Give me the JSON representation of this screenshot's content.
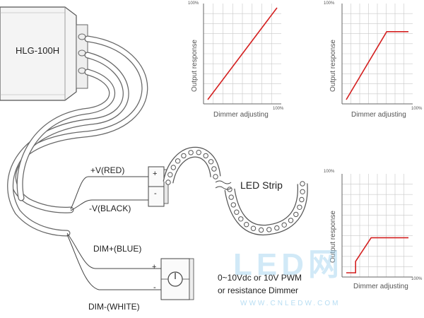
{
  "driver": {
    "model": "HLG-100H"
  },
  "wires": {
    "pos": "+V(RED)",
    "neg": "-V(BLACK)",
    "dim_pos": "DIM+(BLUE)",
    "dim_neg": "DIM-(WHITE)"
  },
  "terminals": {
    "plus": "+",
    "minus": "-"
  },
  "led_strip": {
    "label": "LED Strip"
  },
  "dimmer": {
    "label_line1": "0~10Vdc or 10V PWM",
    "label_line2": "or resistance Dimmer"
  },
  "watermark": {
    "text": "LED网",
    "url": "WWW.CNLEDW.COM"
  },
  "chart_data": [
    {
      "type": "line",
      "xlabel": "Dimmer adjusting",
      "ylabel": "Output response",
      "x_max_label": "100%",
      "y_max_label": "100%",
      "xlim": [
        0,
        100
      ],
      "ylim": [
        0,
        100
      ],
      "grid": true,
      "series": [
        {
          "x": [
            0,
            100
          ],
          "y": [
            0,
            100
          ]
        }
      ],
      "colors": {
        "line": "#d42020"
      }
    },
    {
      "type": "line",
      "xlabel": "Dimmer adjusting",
      "ylabel": "Output response",
      "x_max_label": "100%",
      "y_max_label": "100%",
      "xlim": [
        0,
        100
      ],
      "ylim": [
        0,
        100
      ],
      "grid": true,
      "series": [
        {
          "x": [
            0,
            65,
            100
          ],
          "y": [
            0,
            74,
            74
          ]
        }
      ],
      "colors": {
        "line": "#d42020"
      }
    },
    {
      "type": "line",
      "xlabel": "Dimmer adjusting",
      "ylabel": "Output response",
      "x_max_label": "100%",
      "y_max_label": "100%",
      "xlim": [
        0,
        100
      ],
      "ylim": [
        0,
        100
      ],
      "grid": true,
      "series": [
        {
          "x": [
            0,
            15,
            15,
            40,
            100
          ],
          "y": [
            0,
            0,
            12,
            37,
            37
          ]
        }
      ],
      "colors": {
        "line": "#d42020"
      }
    }
  ]
}
